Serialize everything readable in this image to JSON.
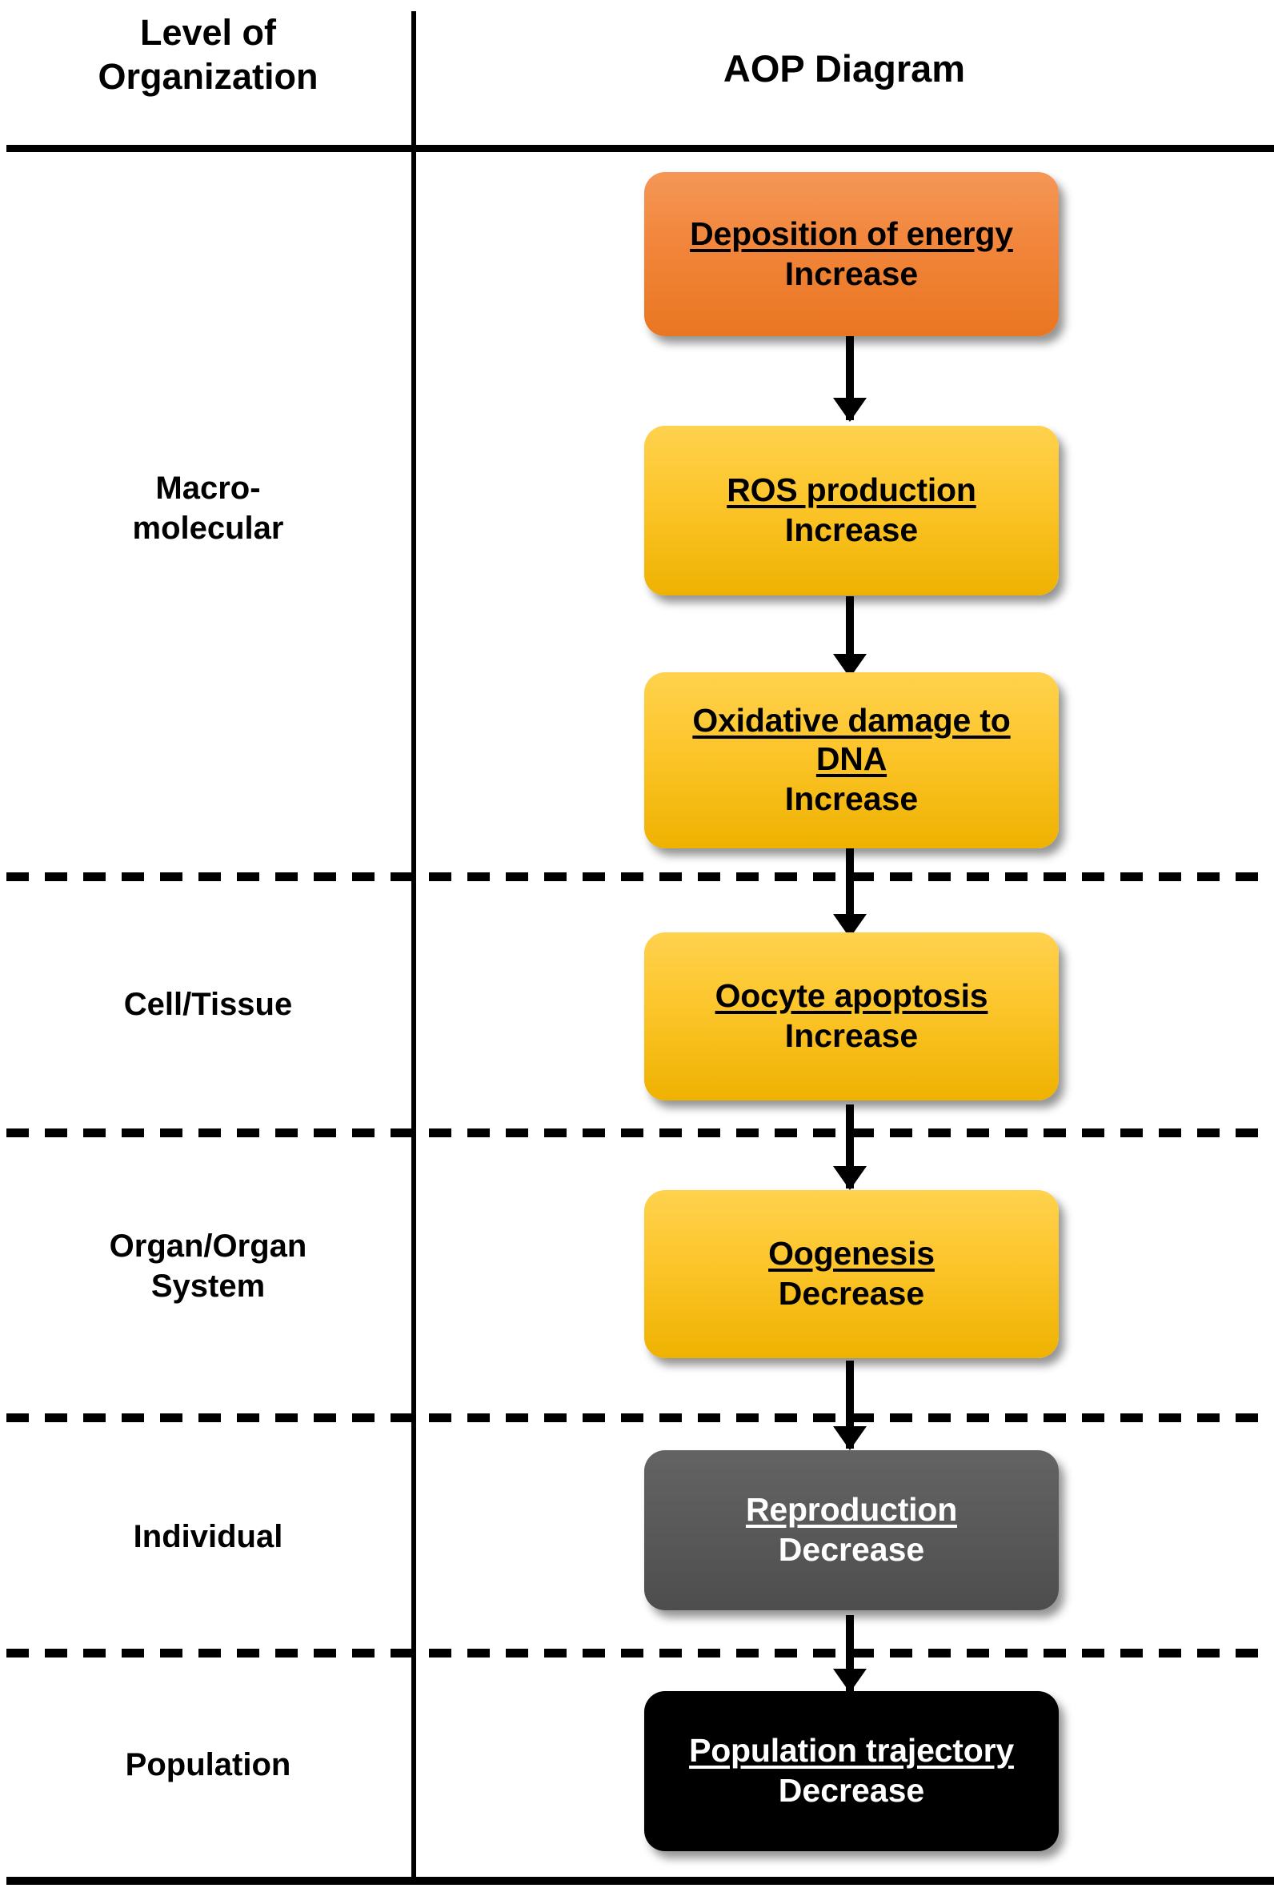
{
  "header": {
    "left_title_line1": "Level of",
    "left_title_line2": "Organization",
    "right_title": "AOP Diagram"
  },
  "levels": [
    {
      "id": "macromolecular",
      "label_line1": "Macro-",
      "label_line2": "molecular"
    },
    {
      "id": "cell-tissue",
      "label_line1": "Cell/Tissue",
      "label_line2": ""
    },
    {
      "id": "organ-system",
      "label_line1": "Organ/Organ",
      "label_line2": "System"
    },
    {
      "id": "individual",
      "label_line1": "Individual",
      "label_line2": ""
    },
    {
      "id": "population",
      "label_line1": "Population",
      "label_line2": ""
    }
  ],
  "nodes": [
    {
      "id": "deposition-of-energy",
      "name": "Deposition of energy",
      "name_line2": "",
      "direction": "Increase",
      "color": "orange",
      "level": "macromolecular"
    },
    {
      "id": "ros-production",
      "name": "ROS production",
      "name_line2": "",
      "direction": "Increase",
      "color": "yellow",
      "level": "macromolecular"
    },
    {
      "id": "oxidative-damage-to-dna",
      "name": "Oxidative damage to",
      "name_line2": "DNA",
      "direction": "Increase",
      "color": "yellow",
      "level": "macromolecular"
    },
    {
      "id": "oocyte-apoptosis",
      "name": "Oocyte apoptosis",
      "name_line2": "",
      "direction": "Increase",
      "color": "yellow",
      "level": "cell-tissue"
    },
    {
      "id": "oogenesis",
      "name": "Oogenesis",
      "name_line2": "",
      "direction": "Decrease",
      "color": "yellow",
      "level": "organ-system"
    },
    {
      "id": "reproduction",
      "name": "Reproduction",
      "name_line2": "",
      "direction": "Decrease",
      "color": "gray",
      "level": "individual"
    },
    {
      "id": "population-trajectory",
      "name": "Population trajectory",
      "name_line2": "",
      "direction": "Decrease",
      "color": "black",
      "level": "population"
    }
  ],
  "colors": {
    "orange_top": "#F59757",
    "orange_bottom": "#E97621",
    "yellow_top": "#FFD24E",
    "yellow_bottom": "#EFB201",
    "gray": "#585858",
    "black": "#000000",
    "rule": "#000000"
  }
}
